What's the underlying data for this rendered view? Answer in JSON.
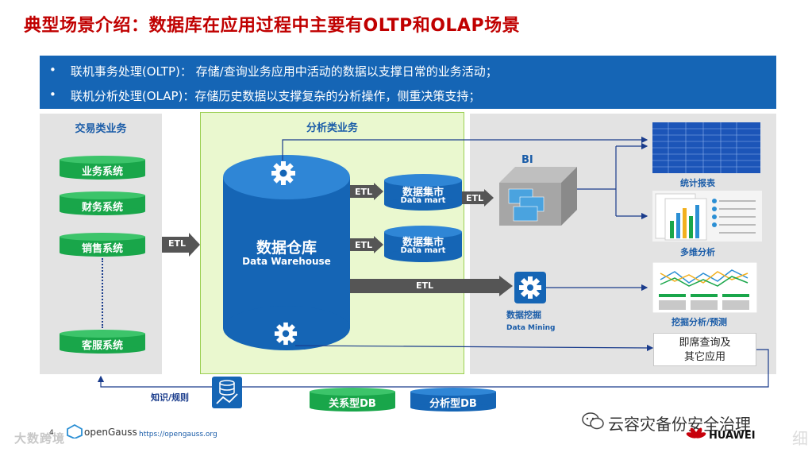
{
  "title": "典型场景介绍：数据库在应用过程中主要有OLTP和OLAP场景",
  "bullets": [
    {
      "mark": "•",
      "text": "联机事务处理(OLTP)：  存储/查询业务应用中活动的数据以支撑日常的业务活动；"
    },
    {
      "mark": "•",
      "text": "联机分析处理(OLAP)：存储历史数据以支撑复杂的分析操作，侧重决策支持；"
    }
  ],
  "transaction": {
    "heading": "交易类业务",
    "systems": [
      "业务系统",
      "财务系统",
      "销售系统",
      "客服系统"
    ]
  },
  "analysis": {
    "heading": "分析类业务",
    "warehouse_cn": "数据仓库",
    "warehouse_en": "Data Warehouse",
    "marts": [
      {
        "cn": "数据集市",
        "en": "Data mart"
      },
      {
        "cn": "数据集市",
        "en": "Data mart"
      }
    ]
  },
  "etl_labels": {
    "left": "ETL",
    "mart1": "ETL",
    "mart2": "ETL",
    "bi": "ETL",
    "mining": "ETL"
  },
  "bi_label": "BI",
  "mining": {
    "cn": "数据挖掘",
    "en": "Data Mining"
  },
  "outputs": {
    "report": "统计报表",
    "multidim": "多维分析",
    "predict": "挖掘分析/预测",
    "adhoc_line1": "即席查询及",
    "adhoc_line2": "其它应用"
  },
  "bottom": {
    "knowledge": "知识/规则",
    "relational_db": "关系型DB",
    "analytic_db": "分析型DB"
  },
  "footer": {
    "page": "4",
    "brand": "openGauss",
    "url": "https://opengauss.org",
    "wechat": "云容灾备份安全治理",
    "huawei": "HUAWEI",
    "watermark_left": "大数跨境",
    "watermark_right": "细"
  },
  "colors": {
    "title": "#c00000",
    "blue": "#1565b5",
    "green": "#19a64a",
    "green_panel": "#eaf8cf",
    "gray_panel": "#e3e3e3",
    "arrow": "#555555",
    "line": "#1a3c8c"
  },
  "icons": [
    "gear-icon",
    "cube-icon",
    "database-icon",
    "chart-icon",
    "wechat-icon",
    "huawei-logo",
    "opengauss-logo"
  ]
}
